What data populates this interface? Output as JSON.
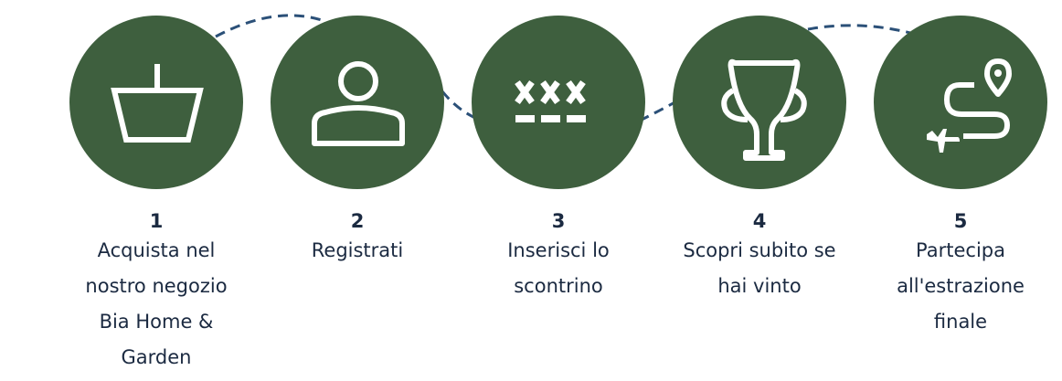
{
  "colors": {
    "circle": "#3e5f3e",
    "connector": "#2b5078",
    "text": "#1b2a41"
  },
  "steps": [
    {
      "number": "1",
      "label_lines": [
        "Acquista nel",
        "nostro negozio",
        "Bia Home &",
        "Garden"
      ],
      "icon": "shopping-basket-icon"
    },
    {
      "number": "2",
      "label_lines": [
        "Registrati"
      ],
      "icon": "user-icon"
    },
    {
      "number": "3",
      "label_lines": [
        "Inserisci lo",
        "scontrino"
      ],
      "icon": "code-entry-icon"
    },
    {
      "number": "4",
      "label_lines": [
        "Scopri subito se",
        "hai vinto"
      ],
      "icon": "trophy-icon"
    },
    {
      "number": "5",
      "label_lines": [
        "Partecipa",
        "all'estrazione",
        "finale"
      ],
      "icon": "travel-route-icon"
    }
  ]
}
